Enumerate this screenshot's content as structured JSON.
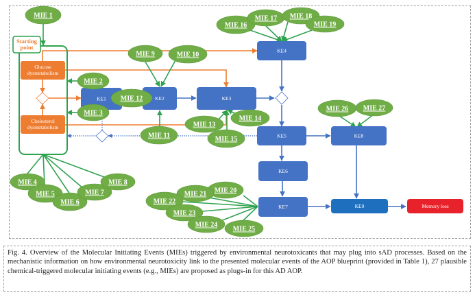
{
  "colors": {
    "mie_fill": "#70ad47",
    "mie_stroke": "#5b9a3a",
    "ke_fill": "#4472c4",
    "ke9_fill": "#1f6fbf",
    "adverse_fill": "#e8222a",
    "orange": "#ed7d31",
    "green_edge": "#2fa24f",
    "blue_edge": "#4472c4"
  },
  "starting_point": "Starting point",
  "orange_nodes": {
    "glucose": "Glucose dysmetabolism",
    "cholesterol": "Cholesterol dysmetabolism"
  },
  "key_events": [
    {
      "id": "KE1",
      "label": "KE1"
    },
    {
      "id": "KE2",
      "label": "KE2"
    },
    {
      "id": "KE3",
      "label": "KE3"
    },
    {
      "id": "KE4",
      "label": "KE4"
    },
    {
      "id": "KE5",
      "label": "KE5"
    },
    {
      "id": "KE6",
      "label": "KE6"
    },
    {
      "id": "KE7",
      "label": "KE7"
    },
    {
      "id": "KE8",
      "label": "KE8"
    },
    {
      "id": "KE9",
      "label": "KE9"
    }
  ],
  "adverse_outcome": "Memory loss",
  "mies": [
    {
      "id": "MIE1",
      "label": "MIE 1",
      "target": "starting point"
    },
    {
      "id": "MIE2",
      "label": "MIE 2",
      "target": "starting point"
    },
    {
      "id": "MIE3",
      "label": "MIE 3",
      "target": "starting point"
    },
    {
      "id": "MIE4",
      "label": "MIE 4",
      "target": "starting point"
    },
    {
      "id": "MIE5",
      "label": "MIE 5",
      "target": "starting point"
    },
    {
      "id": "MIE6",
      "label": "MIE 6",
      "target": "starting point"
    },
    {
      "id": "MIE7",
      "label": "MIE 7",
      "target": "starting point"
    },
    {
      "id": "MIE8",
      "label": "MIE 8",
      "target": "starting point"
    },
    {
      "id": "MIE9",
      "label": "MIE 9",
      "target": "KE2"
    },
    {
      "id": "MIE10",
      "label": "MIE 10",
      "target": "KE2"
    },
    {
      "id": "MIE11",
      "label": "MIE 11",
      "target": "KE2"
    },
    {
      "id": "MIE12",
      "label": "MIE 12",
      "target": "KE1/KE2"
    },
    {
      "id": "MIE13",
      "label": "MIE 13",
      "target": "KE3"
    },
    {
      "id": "MIE14",
      "label": "MIE 14",
      "target": "KE3"
    },
    {
      "id": "MIE15",
      "label": "MIE 15",
      "target": "KE3"
    },
    {
      "id": "MIE16",
      "label": "MIE 16",
      "target": "KE4"
    },
    {
      "id": "MIE17",
      "label": "MIE 17",
      "target": "KE4"
    },
    {
      "id": "MIE18",
      "label": "MIE 18",
      "target": "KE4"
    },
    {
      "id": "MIE19",
      "label": "MIE 19",
      "target": "KE4"
    },
    {
      "id": "MIE20",
      "label": "MIE 20",
      "target": "KE7"
    },
    {
      "id": "MIE21",
      "label": "MIE 21",
      "target": "KE7"
    },
    {
      "id": "MIE22",
      "label": "MIE 22",
      "target": "KE7"
    },
    {
      "id": "MIE23",
      "label": "MIE 23",
      "target": "KE7"
    },
    {
      "id": "MIE24",
      "label": "MIE 24",
      "target": "KE7"
    },
    {
      "id": "MIE25",
      "label": "MIE 25",
      "target": "KE7"
    },
    {
      "id": "MIE26",
      "label": "MIE 26",
      "target": "KE8"
    },
    {
      "id": "MIE27",
      "label": "MIE 27",
      "target": "KE8"
    }
  ],
  "caption": "Fig. 4. Overview of the Molecular Initiating Events (MIEs) triggered by environmental neurotoxicants that may plug into sAD processes. Based on the mechanistic information on how environmental neurotoxicity link to the presented molecular events of the AOP blueprint (provided in Table 1), 27 plausible chemical-triggered molecular initiating events (e.g., MIEs) are proposed as plugs-in for this AD AOP."
}
